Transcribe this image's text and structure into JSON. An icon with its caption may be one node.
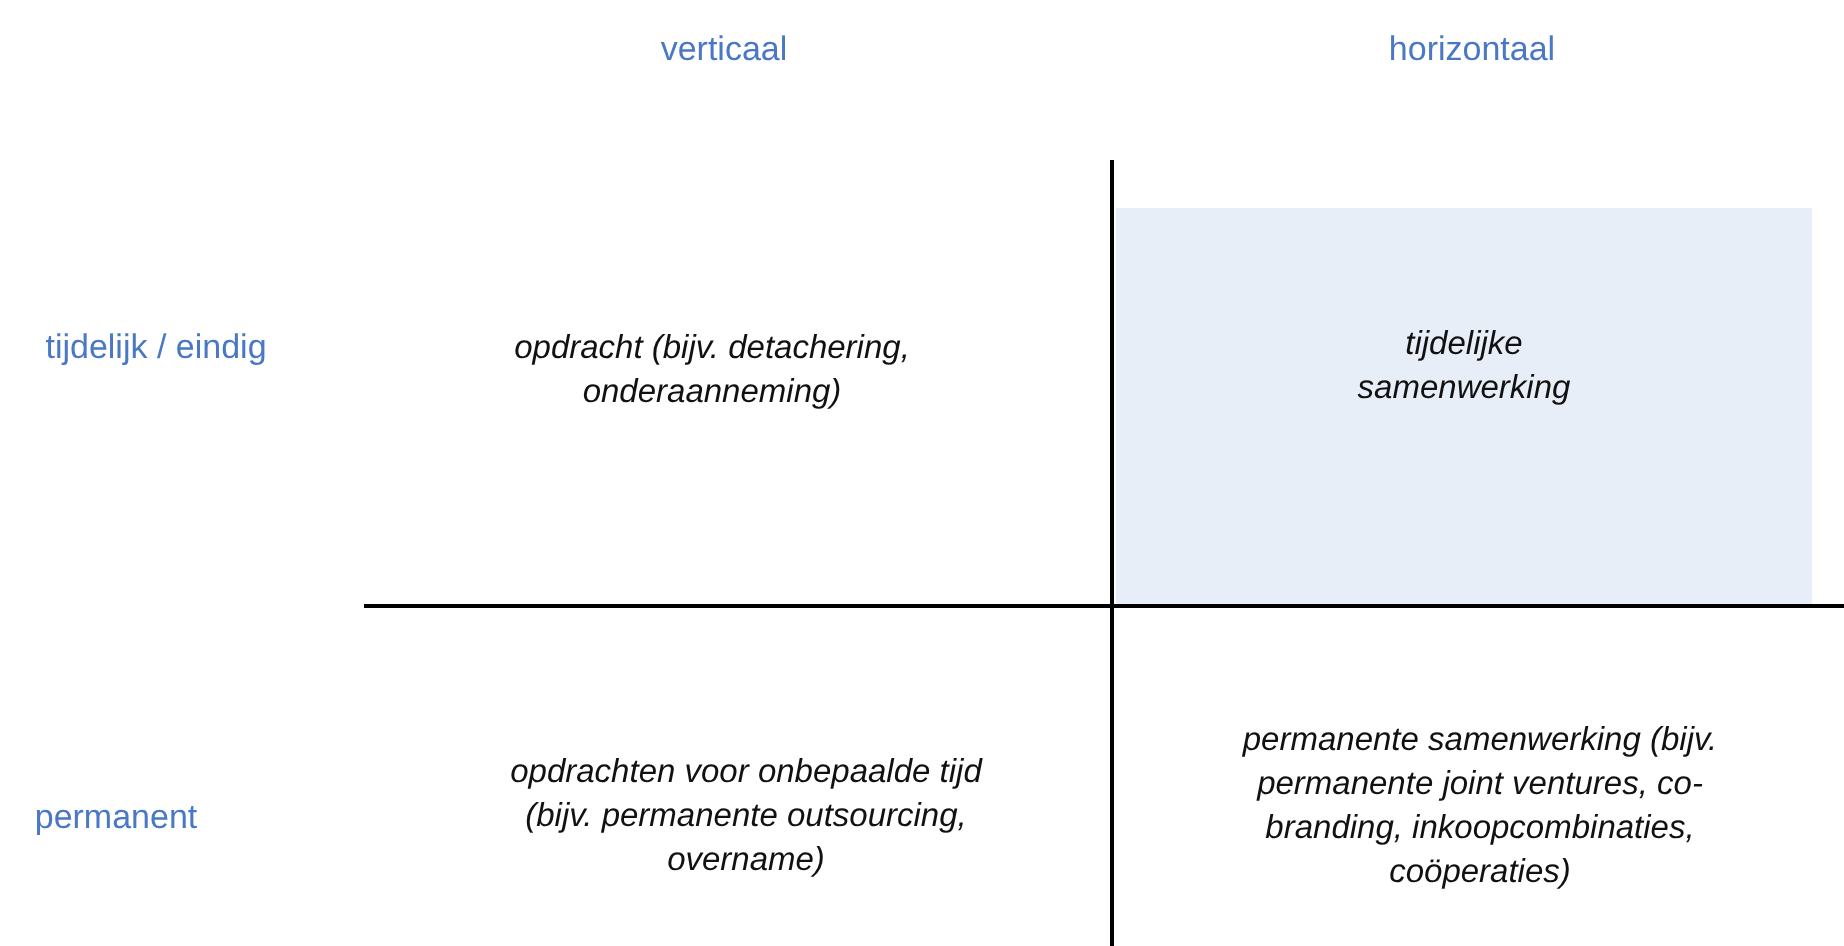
{
  "diagram": {
    "nodes": [
      {
        "text": [
          "tijdelijke samenwerking"
        ]
      }
    ],
    "labels": [
      "verticaal",
      "horizontaal",
      "tijdelijk / eindig",
      "opdracht (bijv. detachering, onderaanneming)",
      "permanent",
      "opdrachten voor onbepaalde tijd (bijv. permanente outsourcing, overname)",
      "permanente samenwerking (bijv. permanente joint ventures, co-branding, inkoopcombinaties, coöperaties)"
    ]
  }
}
